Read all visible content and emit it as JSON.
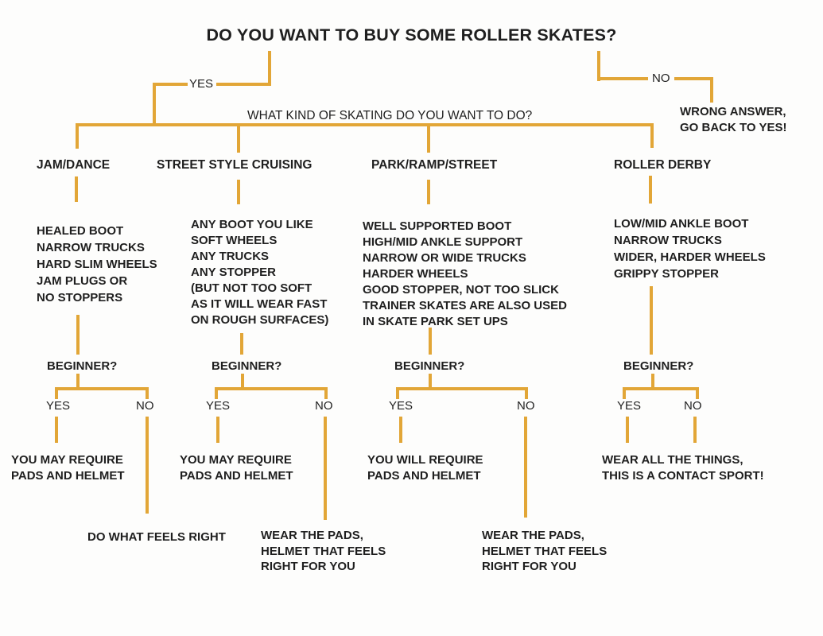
{
  "colors": {
    "line": "#e2a637",
    "text": "#1f1f1f",
    "background": "#fdfdfc"
  },
  "title": "DO YOU WANT TO BUY SOME ROLLER SKATES?",
  "root": {
    "yes_label": "YES",
    "no_label": "NO",
    "wrong_answer": "WRONG ANSWER,\nGO BACK TO YES!",
    "kind_question": "WHAT KIND OF SKATING DO YOU WANT TO DO?"
  },
  "branches": [
    {
      "name": "JAM/DANCE",
      "gear": "HEALED BOOT\nNARROW TRUCKS\nHARD SLIM WHEELS\nJAM PLUGS OR\nNO STOPPERS",
      "question": "BEGINNER?",
      "yes_label": "YES",
      "no_label": "NO",
      "yes_outcome": "YOU MAY REQUIRE\nPADS AND HELMET",
      "no_outcome": "DO WHAT FEELS RIGHT"
    },
    {
      "name": "STREET STYLE CRUISING",
      "gear": "ANY BOOT YOU LIKE\nSOFT WHEELS\nANY TRUCKS\nANY STOPPER\n(BUT NOT TOO SOFT\nAS IT WILL WEAR FAST\nON ROUGH SURFACES)",
      "question": "BEGINNER?",
      "yes_label": "YES",
      "no_label": "NO",
      "yes_outcome": "YOU MAY REQUIRE\nPADS AND HELMET",
      "no_outcome": "WEAR THE PADS,\nHELMET THAT FEELS\nRIGHT FOR YOU"
    },
    {
      "name": "PARK/RAMP/STREET",
      "gear": "WELL SUPPORTED BOOT\nHIGH/MID ANKLE SUPPORT\nNARROW OR WIDE TRUCKS\nHARDER WHEELS\nGOOD STOPPER, NOT TOO SLICK\nTRAINER SKATES ARE ALSO USED\nIN SKATE PARK SET UPS",
      "question": "BEGINNER?",
      "yes_label": "YES",
      "no_label": "NO",
      "yes_outcome": "YOU WILL REQUIRE\nPADS AND HELMET",
      "no_outcome": "WEAR THE PADS,\nHELMET THAT FEELS\nRIGHT FOR YOU"
    },
    {
      "name": "ROLLER DERBY",
      "gear": "LOW/MID ANKLE BOOT\nNARROW TRUCKS\nWIDER, HARDER WHEELS\nGRIPPY STOPPER",
      "question": "BEGINNER?",
      "yes_label": "YES",
      "no_label": "NO",
      "shared_outcome": "WEAR ALL THE THINGS,\nTHIS IS A CONTACT SPORT!"
    }
  ]
}
